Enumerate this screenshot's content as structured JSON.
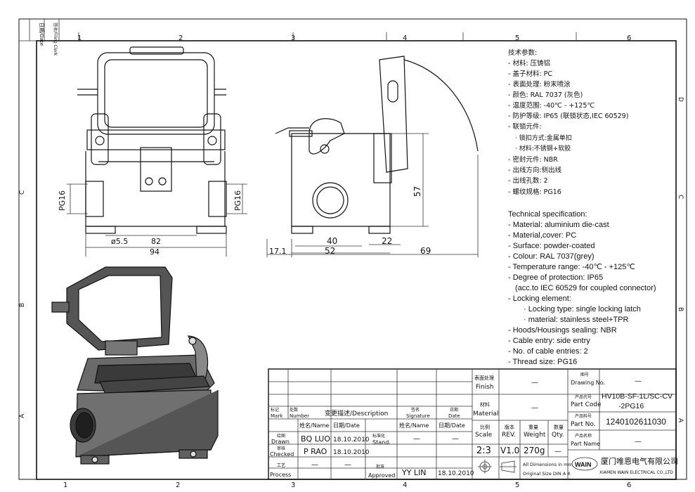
{
  "border": {
    "top_cols": [
      "1",
      "2",
      "3",
      "4",
      "5",
      "6"
    ],
    "bottom_cols": [
      "1",
      "2",
      "3",
      "4",
      "5",
      "6"
    ],
    "rows": [
      "D",
      "C",
      "B",
      "A"
    ],
    "corner_labels": [
      "日期/Date",
      "签收/Filing Clerk"
    ]
  },
  "front_view": {
    "dims": {
      "pg_left": "PG16",
      "pg_right": "PG16",
      "hole": "ø5.5",
      "inner": "82",
      "outer": "94"
    }
  },
  "side_view": {
    "dims": {
      "height": "57",
      "d40": "40",
      "d52": "52",
      "d22": "22",
      "d17": "17.1",
      "d69": "69"
    }
  },
  "tech_cn": {
    "title": "技术参数:",
    "lines": [
      "- 材料: 压铸铝",
      "- 盖子材料: PC",
      "- 表面处理: 粉末喷涂",
      "- 颜色: RAL 7037 (灰色)",
      "- 温度范围: -40℃ - +125℃",
      "- 防护等级: IP65 (联锁状态,IEC 60529)",
      "- 联锁元件:",
      "  · 锁扣方式:金属单扣",
      "  · 材料:不锈钢+软胶",
      "- 密封元件: NBR",
      "- 出线方向:侧出线",
      "- 出线孔数: 2",
      "- 螺纹规格: PG16"
    ]
  },
  "tech_en": {
    "title": "Technical specification:",
    "lines": [
      "- Material: aluminium die-cast",
      "- Material,cover: PC",
      "- Surface: powder-coated",
      "- Colour: RAL 7037(grey)",
      "- Temperature range: -40℃ - +125℃",
      "- Degree of protection: IP65",
      "  (acc.to IEC 60529 for coupled connector)",
      "- Locking element:",
      "    · Locking type: single locking latch",
      "    · material: stainless steel+TPR",
      "- Hoods/Housings sealing: NBR",
      "- Cable entry: side entry",
      "- No. of cable entries: 2",
      "- Thread size: PG16"
    ]
  },
  "title_block": {
    "mark_cn": "标记",
    "mark_en": "Mark",
    "number_cn": "处数",
    "number_en": "Number",
    "desc": "变更描述/Description",
    "sig_cn": "签名",
    "sig_en": "Signature",
    "date_cn": "日期",
    "date_en": "Date",
    "name_hdr": "姓名/Name",
    "date_hdr": "日期/Date",
    "sig_name_hdr": "姓名/Name",
    "sig_date_hdr": "日期/Date",
    "drawn_cn": "绘图",
    "drawn_en": "Drawn",
    "drawn_name": "BQ  LUO",
    "drawn_date": "18.10.2010",
    "checked_cn": "审核",
    "checked_en": "Checked",
    "checked_name": "P  RAO",
    "checked_date": "18.10.2010",
    "process_cn": "工艺",
    "process_en": "Process",
    "process_name": "—",
    "process_date": "—",
    "stand_cn": "标准化",
    "stand_en": "Stand.",
    "stand_val": "—",
    "stand_date": "—",
    "approved_cn": "批准",
    "approved_en": "Approved",
    "approved_name": "YY  LIN",
    "approved_date": "18.10.2010",
    "finish_cn": "表面处理",
    "finish_en": "Finish",
    "finish_val": "—",
    "material_cn": "材料",
    "material_en": "Material",
    "material_val": "—",
    "scale_cn": "比例",
    "scale_en": "Scale",
    "scale_val": "2:3",
    "rev_cn": "版本",
    "rev_en": "REV.",
    "rev_val": "V1.0",
    "weight_cn": "重量",
    "weight_en": "Weight",
    "weight_val": "270g",
    "qty_cn": "数量",
    "qty_en": "Qty.",
    "qty_val": "—",
    "dims_note1": "All Dimensions in mm",
    "dims_note2": "Original Size DIN A 4",
    "drawing_no_cn": "图号",
    "drawing_no_en": "Drawing No.",
    "drawing_no_val": "—",
    "part_code_cn": "产品代号",
    "part_code_en": "Part Code",
    "part_code_val1": "HV10B-SF-1L/SC-CV",
    "part_code_val2": "-2PG16",
    "part_no_cn": "产品料号",
    "part_no_en": "Part No.",
    "part_no_val": "1240102611030",
    "part_name_cn": "产品名称",
    "part_name_en": "Part Name",
    "part_name_val": "—",
    "logo": "WAIN",
    "company_cn": "厦门唯恩电气有限公司",
    "company_en": "XIAMEN WAIN ELECTRICAL CO.,LTD"
  }
}
